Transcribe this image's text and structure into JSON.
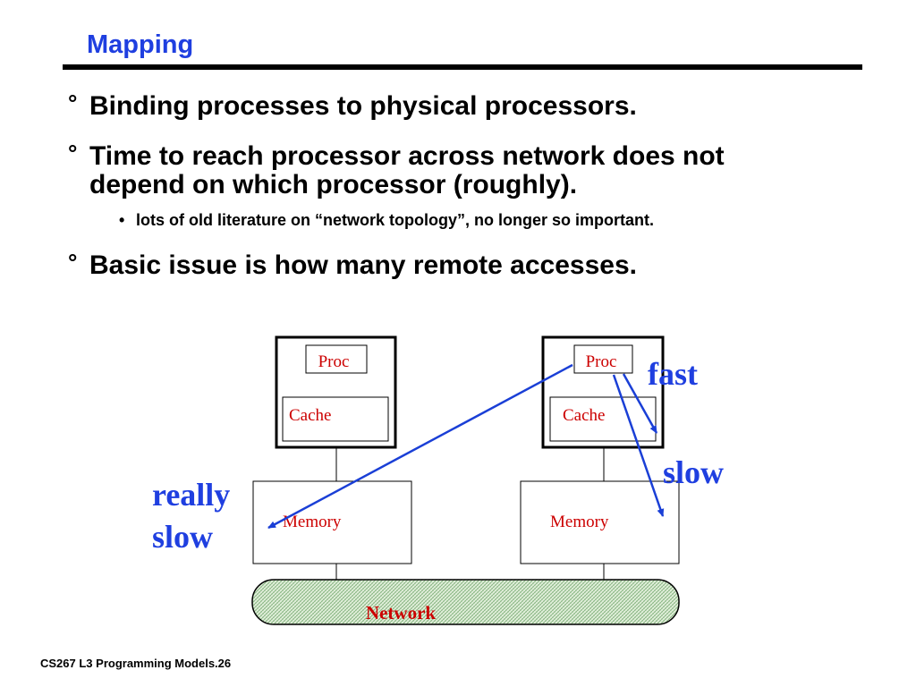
{
  "slide": {
    "title": "Mapping",
    "footer": "CS267  L3 Programming Models.26"
  },
  "bullets": [
    {
      "marker": "°",
      "text": "Binding processes to physical processors."
    },
    {
      "marker": "°",
      "lines": [
        "Time to reach processor across network does not",
        "depend on which processor (roughly)."
      ]
    },
    {
      "marker": "°",
      "text": "Basic issue is how many remote accesses."
    }
  ],
  "sub_bullets": [
    {
      "marker": "•",
      "text": "lots of old literature on “network topology”, no longer so important."
    }
  ],
  "diagram": {
    "node_left": {
      "proc": "Proc",
      "cache": "Cache",
      "memory": "Memory"
    },
    "node_right": {
      "proc": "Proc",
      "cache": "Cache",
      "memory": "Memory"
    },
    "network": "Network",
    "labels": {
      "fast": "fast",
      "slow": "slow",
      "really_slow_line1": "really",
      "really_slow_line2": "slow"
    },
    "colors": {
      "title": "#1f3fe0",
      "component_text": "#cc0000",
      "arrow": "#1a3fd6",
      "annotation": "#1f3fe0",
      "network_fill": "#cfe6c4"
    }
  }
}
